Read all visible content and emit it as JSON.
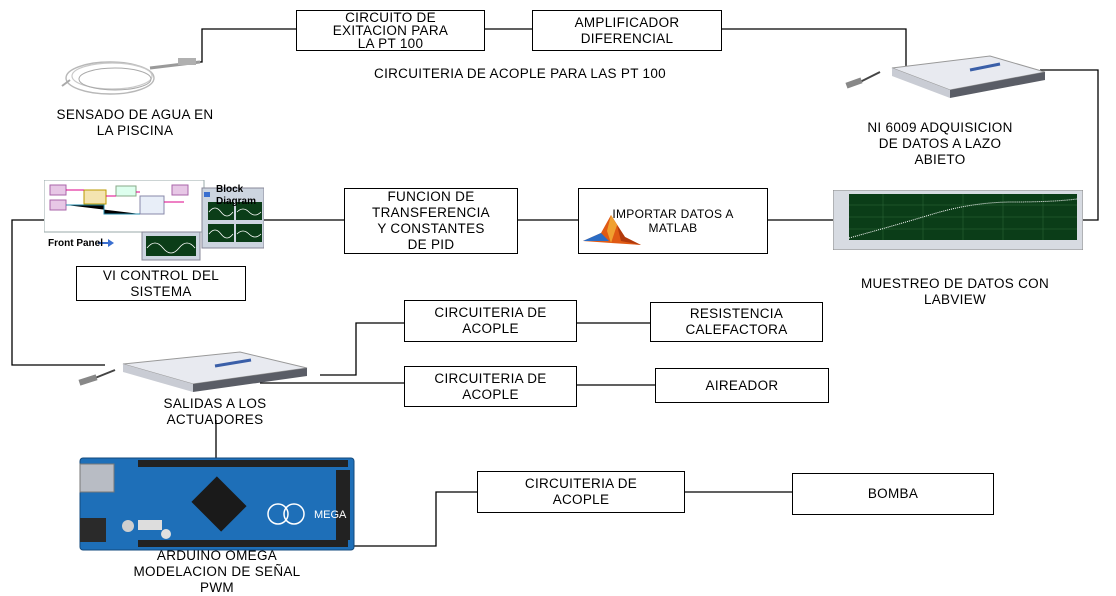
{
  "blocks": {
    "excitacion": [
      "CIRCUITO DE",
      "EXITACION PARA",
      "LA PT 100"
    ],
    "amplificador": [
      "AMPLIFICADOR",
      "DIFERENCIAL"
    ],
    "funcion": [
      "FUNCION DE",
      "TRANSFERENCIA",
      "Y CONSTANTES",
      "DE PID"
    ],
    "matlab": [
      "IMPORTAR DATOS A",
      "MATLAB"
    ],
    "vi_control": [
      "VI CONTROL DEL",
      "SISTEMA"
    ],
    "acople_1": [
      "CIRCUITERIA DE",
      "ACOPLE"
    ],
    "resistencia": [
      "RESISTENCIA",
      "CALEFACTORA"
    ],
    "acople_2": [
      "CIRCUITERIA DE",
      "ACOPLE"
    ],
    "aireador": [
      "AIREADOR"
    ],
    "acople_3": [
      "CIRCUITERIA DE",
      "ACOPLE"
    ],
    "bomba": [
      "BOMBA"
    ]
  },
  "labels": {
    "sensado": [
      "SENSADO DE AGUA EN",
      "LA PISCINA"
    ],
    "circuiteria_pt100": "CIRCUITERIA DE ACOPLE PARA LAS PT 100",
    "ni6009": [
      "NI 6009 ADQUISICION",
      "DE DATOS A LAZO",
      "ABIETO"
    ],
    "muestreo": [
      "MUESTREO DE DATOS CON",
      "LABVIEW"
    ],
    "salidas": [
      "SALIDAS A LOS",
      "ACTUADORES"
    ],
    "arduino": [
      "ARDUINO OMEGA",
      "MODELACION DE SEÑAL",
      "PWM"
    ]
  },
  "images": {
    "labview_block_diagram": "Block Diagram",
    "labview_front_panel": "Front Panel",
    "arduino_board_text": "MEGA"
  },
  "colors": {
    "line": "#000000",
    "arduino_blue": "#1e6fb8",
    "plot_bg": "#0b3d18",
    "plot_trace": "#ffffff",
    "daq_body": "#e8eaf0"
  }
}
